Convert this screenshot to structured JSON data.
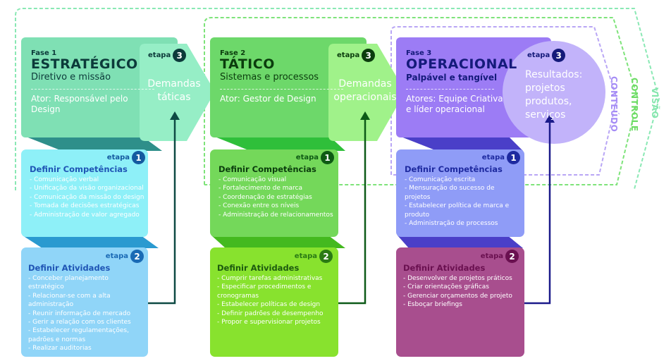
{
  "colors": {
    "phase1": "#7fe0b4",
    "phase2": "#6dd86a",
    "phase3": "#9c7cf5",
    "visao": "#86eab0",
    "controle": "#7ee37a",
    "conteudo": "#b9a6f5"
  },
  "frames": {
    "conteudo": "CONTEÚDO",
    "controle": "CONTROLE",
    "visao": "VISÃO"
  },
  "phases": [
    {
      "fase": "Fase 1",
      "title": "ESTRATÉGICO",
      "subtitle": "Diretivo e missão",
      "actor": "Ator: Responsável pelo Design",
      "etapa3": {
        "label": "etapa",
        "num": "3",
        "text": "Demandas táticas"
      },
      "etapa1": {
        "label": "etapa",
        "num": "1",
        "heading": "Definir Competências",
        "items": [
          "- Comunicação verbal",
          "- Unificação da visão organizacional",
          "- Comunicação da missão do design",
          "- Tomada de decisões estratégicas",
          "- Administração de valor agregado"
        ]
      },
      "etapa2": {
        "label": "etapa",
        "num": "2",
        "heading": "Definir Atividades",
        "items": [
          "- Conceber planejamento estratégico",
          "- Relacionar-se com a alta administração",
          "- Reunir informação de mercado",
          "- Gerir a relação com os clientes",
          "- Estabelecer regulamentações, padrões e normas",
          "- Realizar auditorias"
        ]
      }
    },
    {
      "fase": "Fase 2",
      "title": "TÁTICO",
      "subtitle": "Sistemas e processos",
      "actor": "Ator: Gestor de Design",
      "etapa3": {
        "label": "etapa",
        "num": "3",
        "text": "Demandas operacionais"
      },
      "etapa1": {
        "label": "etapa",
        "num": "1",
        "heading": "Definir Competências",
        "items": [
          "- Comunicação visual",
          "- Fortalecimento de marca",
          "- Coordenação de estratégias",
          "- Conexão entre os níveis",
          "- Administração de relacionamentos"
        ]
      },
      "etapa2": {
        "label": "etapa",
        "num": "2",
        "heading": "Definir Atividades",
        "items": [
          "- Cumprir tarefas administrativas",
          "- Especificar procedimentos e cronogramas",
          "- Estabelecer políticas de design",
          "- Definir  padrões de desempenho",
          "- Propor e supervisionar projetos"
        ]
      }
    },
    {
      "fase": "Fase 3",
      "title": "OPERACIONAL",
      "subtitle": "Palpável e tangível",
      "actor": "Atores: Equipe Criativa e líder operacional",
      "etapa3": {
        "label": "etapa",
        "num": "3",
        "text": "Resultados: projetos produtos, serviços"
      },
      "etapa1": {
        "label": "etapa",
        "num": "1",
        "heading": "Definir Competências",
        "items": [
          "- Comunicação escrita",
          "- Mensuração do sucesso de projetos",
          "- Estabelecer política de marca e produto",
          "- Administração de processos"
        ]
      },
      "etapa2": {
        "label": "etapa",
        "num": "2",
        "heading": "Definir Atividades",
        "items": [
          "- Desenvolver de projetos práticos",
          "- Criar orientações gráficas",
          "- Gerenciar orçamentos de projeto",
          "- Esboçar briefings"
        ]
      }
    }
  ]
}
